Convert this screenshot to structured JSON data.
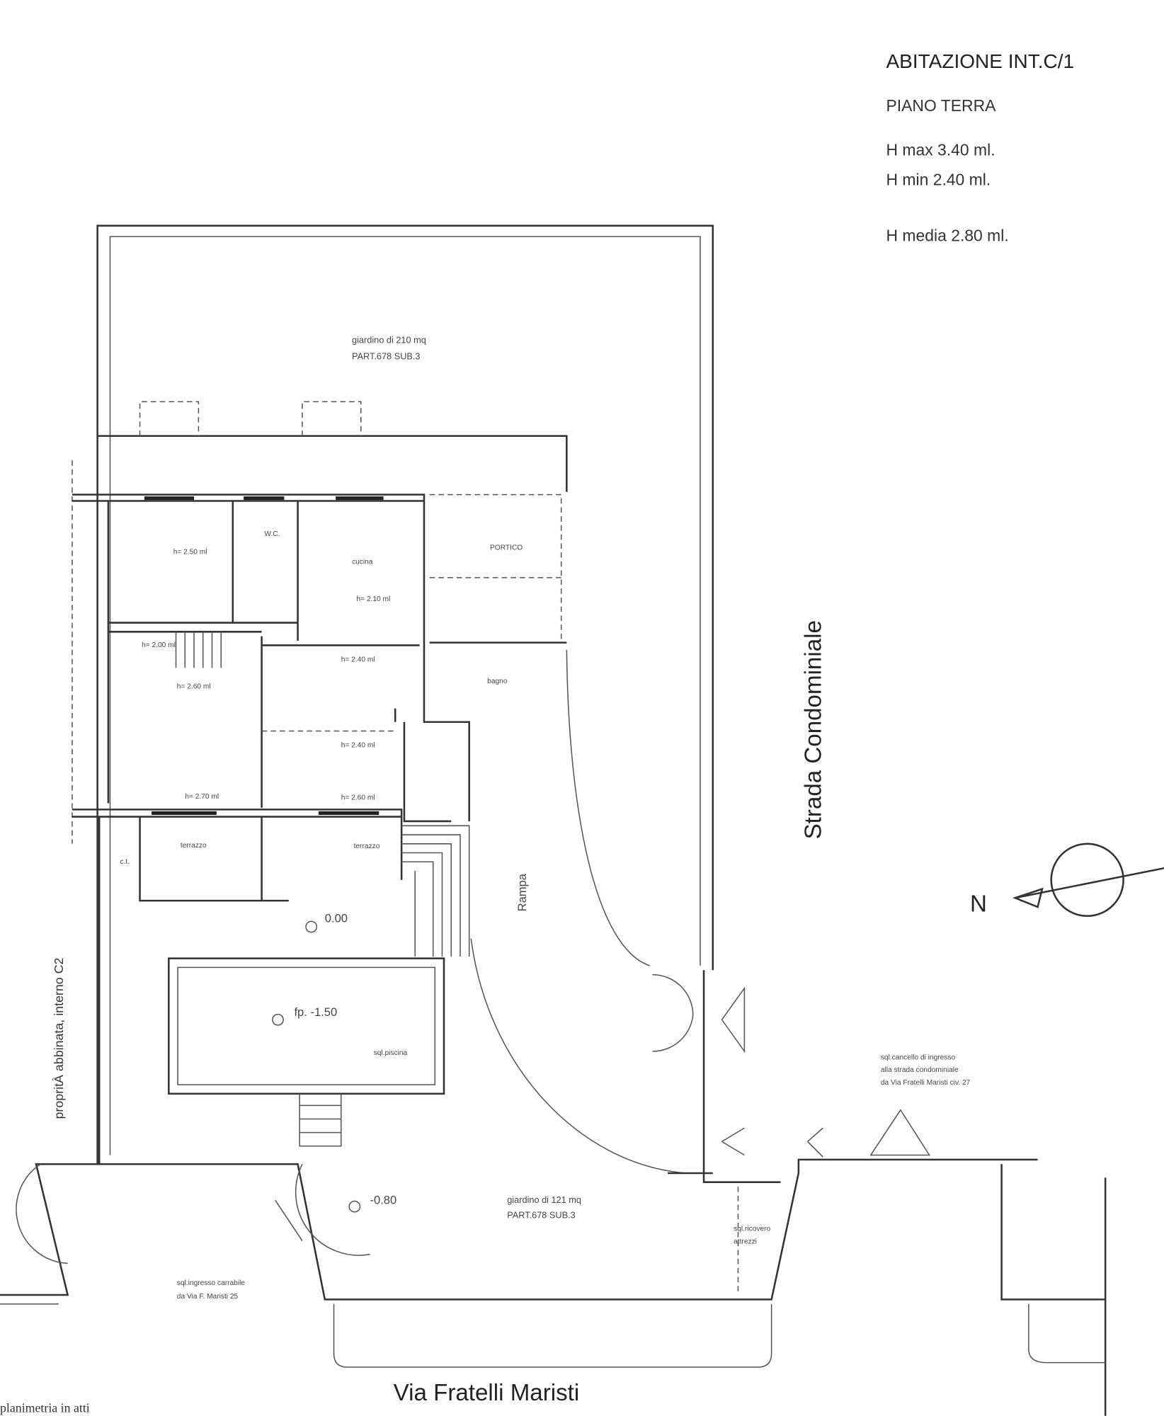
{
  "header": {
    "title": "ABITAZIONE INT.C/1",
    "floor": "PIANO TERRA",
    "h_max": "H max  3.40 ml.",
    "h_min": "H min   2.40 ml.",
    "h_media": "H media   2.80 ml."
  },
  "garden_north": {
    "label": "giardino di 210 mq",
    "part": "PART.678 SUB.3"
  },
  "rooms": {
    "wc": "W.C.",
    "room1_h": "h= 2.50 ml",
    "cucina": "cucina",
    "cucina_h": "h= 2.10 ml",
    "portico": "PORTICO",
    "stair_h": "h= 2.00 ml",
    "hall_h": "h= 2.40 ml",
    "living_h": "h= 2.60 ml",
    "hall2_h": "h= 2.40 ml",
    "living2_h": "h= 2.70 ml",
    "hall3_h": "h= 2.60 ml",
    "bagno": "bagno",
    "terrazzo1": "terrazzo",
    "terrazzo2": "terrazzo",
    "ct": "c.t."
  },
  "levels": {
    "zero": "0.00",
    "pool": "fp. -1.50",
    "entrance": "-0.80"
  },
  "pool": {
    "label": "sql.piscina"
  },
  "rampa": "Rampa",
  "strada": "Strada Condominiale",
  "north": "N",
  "neighbor": "propritÀ abbinata, interno C2",
  "garden_south": {
    "label": "giardino di 121 mq",
    "part": "PART.678 SUB.3"
  },
  "ricovero": {
    "line1": "sql.ricovero",
    "line2": "attrezzi"
  },
  "ingresso": {
    "line1": "sql.ingresso carrabile",
    "line2": "da Via F. Maristi 25"
  },
  "cancello": {
    "line1": "sql.cancello di ingresso",
    "line2": "alla strada condominiale",
    "line3": "da Via Fratelli Maristi civ. 27"
  },
  "street": "Via Fratelli Maristi",
  "footer": "planimetria in atti"
}
